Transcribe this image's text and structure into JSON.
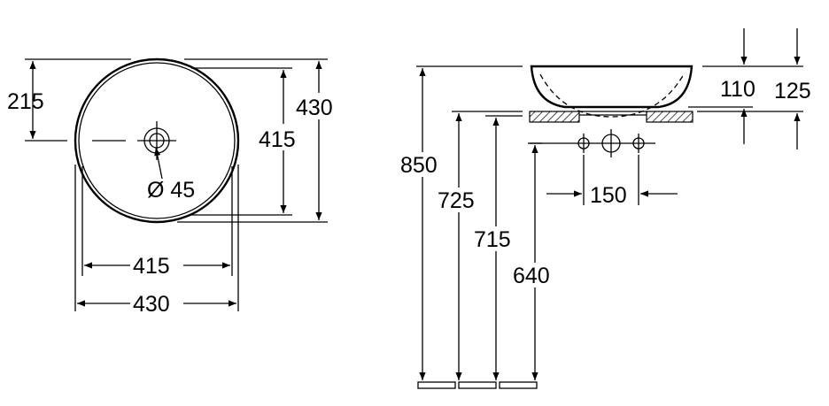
{
  "plan_view": {
    "dim_215": "215",
    "dim_430_vertical": "430",
    "dim_415_vertical": "415",
    "dim_drain": "Ø 45",
    "dim_415_horizontal": "415",
    "dim_430_horizontal": "430"
  },
  "side_view": {
    "dim_850": "850",
    "dim_725": "725",
    "dim_715": "715",
    "dim_640": "640",
    "dim_110": "110",
    "dim_125": "125",
    "dim_150": "150"
  }
}
